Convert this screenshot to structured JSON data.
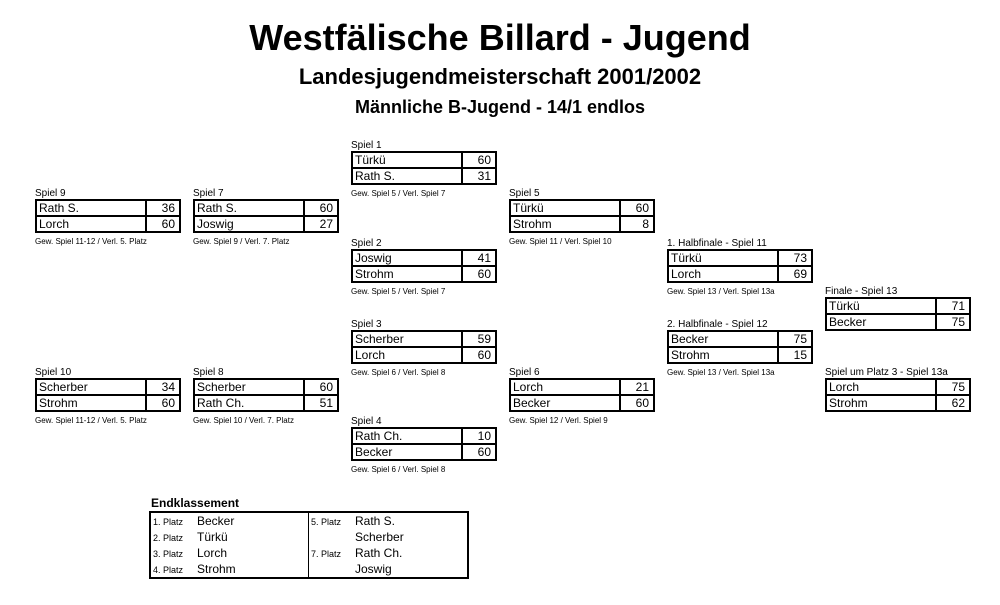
{
  "title": "Westfälische Billard - Jugend",
  "subtitle": "Landesjugendmeisterschaft 2001/2002",
  "category": "Männliche B-Jugend - 14/1 endlos",
  "matches": {
    "spiel1": {
      "label": "Spiel 1",
      "p1": "Türkü",
      "s1": "60",
      "p2": "Rath S.",
      "s2": "31",
      "note": "Gew. Spiel 5 / Verl. Spiel 7"
    },
    "spiel2": {
      "label": "Spiel 2",
      "p1": "Joswig",
      "s1": "41",
      "p2": "Strohm",
      "s2": "60",
      "note": "Gew. Spiel 5 / Verl. Spiel 7"
    },
    "spiel3": {
      "label": "Spiel 3",
      "p1": "Scherber",
      "s1": "59",
      "p2": "Lorch",
      "s2": "60",
      "note": "Gew. Spiel 6 / Verl. Spiel 8"
    },
    "spiel4": {
      "label": "Spiel 4",
      "p1": "Rath Ch.",
      "s1": "10",
      "p2": "Becker",
      "s2": "60",
      "note": "Gew. Spiel 6 / Verl. Spiel 8"
    },
    "spiel5": {
      "label": "Spiel 5",
      "p1": "Türkü",
      "s1": "60",
      "p2": "Strohm",
      "s2": "8",
      "note": "Gew. Spiel 11 / Verl. Spiel 10"
    },
    "spiel6": {
      "label": "Spiel 6",
      "p1": "Lorch",
      "s1": "21",
      "p2": "Becker",
      "s2": "60",
      "note": "Gew. Spiel 12 / Verl. Spiel 9"
    },
    "spiel7": {
      "label": "Spiel 7",
      "p1": "Rath S.",
      "s1": "60",
      "p2": "Joswig",
      "s2": "27",
      "note": "Gew. Spiel 9 / Verl. 7. Platz"
    },
    "spiel8": {
      "label": "Spiel 8",
      "p1": "Scherber",
      "s1": "60",
      "p2": "Rath Ch.",
      "s2": "51",
      "note": "Gew. Spiel 10 / Verl. 7. Platz"
    },
    "spiel9": {
      "label": "Spiel 9",
      "p1": "Rath S.",
      "s1": "36",
      "p2": "Lorch",
      "s2": "60",
      "note": "Gew. Spiel 11-12 / Verl. 5. Platz"
    },
    "spiel10": {
      "label": "Spiel 10",
      "p1": "Scherber",
      "s1": "34",
      "p2": "Strohm",
      "s2": "60",
      "note": "Gew. Spiel 11-12 / Verl. 5. Platz"
    },
    "spiel11": {
      "label": "1. Halbfinale - Spiel 11",
      "p1": "Türkü",
      "s1": "73",
      "p2": "Lorch",
      "s2": "69",
      "note": "Gew. Spiel 13 / Verl. Spiel 13a"
    },
    "spiel12": {
      "label": "2. Halbfinale - Spiel 12",
      "p1": "Becker",
      "s1": "75",
      "p2": "Strohm",
      "s2": "15",
      "note": "Gew. Spiel 13 / Verl. Spiel 13a"
    },
    "spiel13": {
      "label": "Finale - Spiel 13",
      "p1": "Türkü",
      "s1": "71",
      "p2": "Becker",
      "s2": "75"
    },
    "spiel13a": {
      "label": "Spiel um Platz 3 - Spiel 13a",
      "p1": "Lorch",
      "s1": "75",
      "p2": "Strohm",
      "s2": "62"
    }
  },
  "endklassement": {
    "title": "Endklassement",
    "left": [
      {
        "place": "1. Platz",
        "name": "Becker"
      },
      {
        "place": "2. Platz",
        "name": "Türkü"
      },
      {
        "place": "3. Platz",
        "name": "Lorch"
      },
      {
        "place": "4. Platz",
        "name": "Strohm"
      }
    ],
    "right": [
      {
        "place": "5. Platz",
        "name": "Rath S."
      },
      {
        "place": "",
        "name": "Scherber"
      },
      {
        "place": "7. Platz",
        "name": "Rath Ch."
      },
      {
        "place": "",
        "name": "Joswig"
      }
    ]
  }
}
